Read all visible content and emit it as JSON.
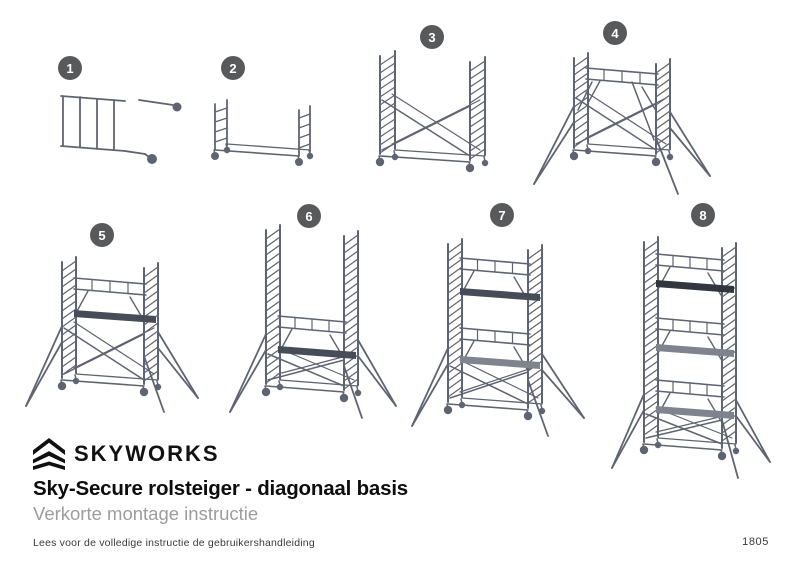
{
  "document": {
    "title": "Sky-Secure rolsteiger - diagonaal basis",
    "subtitle": "Verkorte montage instructie",
    "footnote": "Lees voor de volledige instructie de gebruikershandleiding",
    "doc_number": "1805"
  },
  "brand": {
    "name": "SKYWORKS"
  },
  "steps": [
    {
      "number": "1"
    },
    {
      "number": "2"
    },
    {
      "number": "3"
    },
    {
      "number": "4"
    },
    {
      "number": "5"
    },
    {
      "number": "6"
    },
    {
      "number": "7"
    },
    {
      "number": "8"
    }
  ],
  "colors": {
    "line": "#5f6472",
    "badge": "#58595b",
    "badge_text": "#ffffff",
    "platform_dark": "#474d58",
    "platform_darkest": "#32363e",
    "platform_mid": "#7e838d",
    "logo": "#111111",
    "title": "#0d0d0d",
    "subtitle": "#9d9d9d",
    "footnote": "#3a3a3a"
  }
}
